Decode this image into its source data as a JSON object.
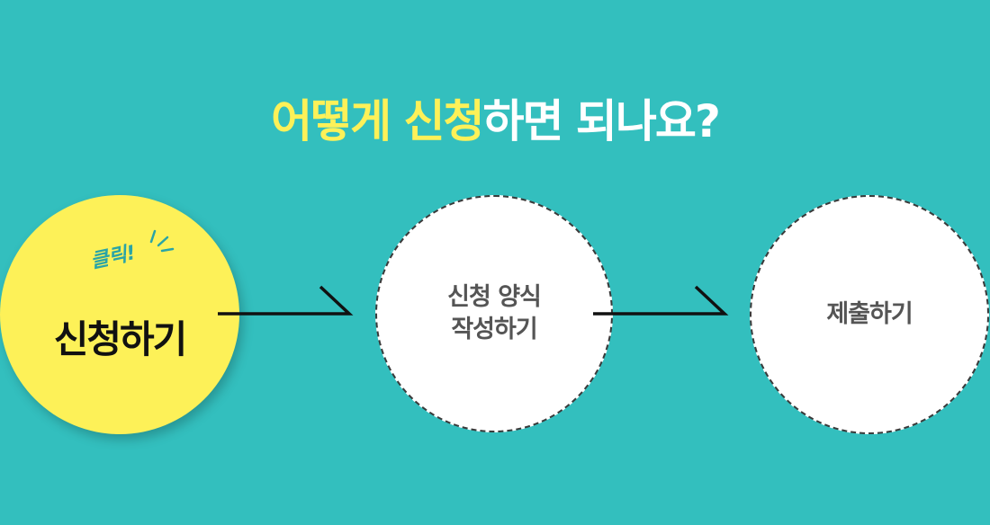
{
  "title": {
    "highlight": "어떻게 신청",
    "rest": "하면 되나요?"
  },
  "steps": [
    {
      "label": "신청하기",
      "tag": "클릭!"
    },
    {
      "line1": "신청 양식",
      "line2": "작성하기"
    },
    {
      "label": "제출하기"
    }
  ],
  "colors": {
    "background": "#33bfbe",
    "highlight": "#fdf158",
    "click_tag": "#2aa4a6"
  }
}
